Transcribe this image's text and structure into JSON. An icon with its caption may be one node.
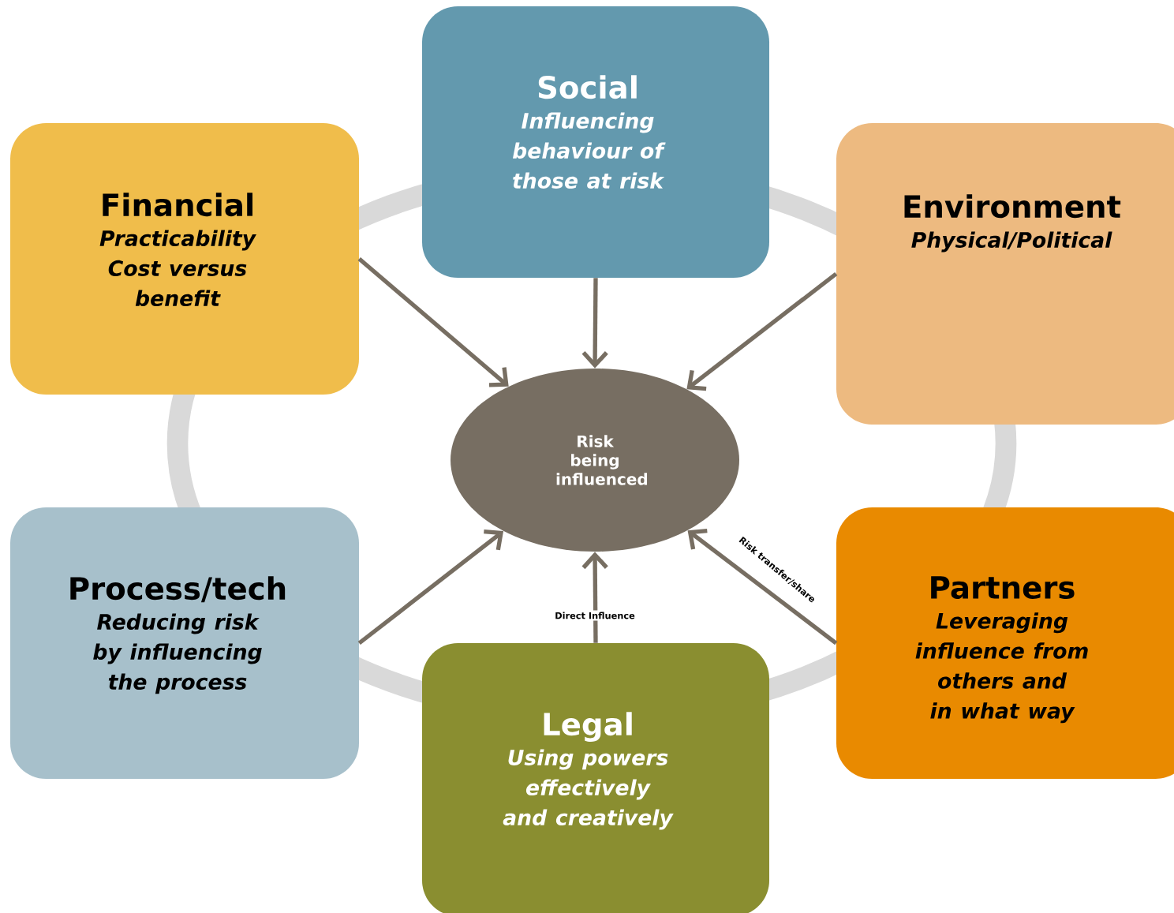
{
  "diagram": {
    "nodes": [
      {
        "text": [
          "Social",
          "Influencing behaviour of those at risk"
        ]
      },
      {
        "text": [
          "Financial",
          "Practicability Cost versus benefit"
        ]
      },
      {
        "text": [
          "Environment",
          "Physical/Political"
        ]
      },
      {
        "text": [
          "Risk being influenced"
        ]
      },
      {
        "text": [
          "Process/tech",
          "Reducing risk by influencing the process"
        ]
      },
      {
        "text": [
          "Partners",
          "Leveraging influence from others and in what way"
        ]
      },
      {
        "text": [
          "Legal",
          "Using powers effectively and creatively"
        ]
      }
    ],
    "edges": [
      {
        "from": 0,
        "to": 3,
        "arrow": "to"
      },
      {
        "from": 1,
        "to": 3,
        "arrow": "to"
      },
      {
        "from": 2,
        "to": 3,
        "arrow": "to"
      },
      {
        "from": 4,
        "to": 3,
        "arrow": "to"
      },
      {
        "from": 6,
        "to": 3,
        "arrow": "to",
        "label": "Direct Influence"
      },
      {
        "from": 5,
        "to": 3,
        "arrow": "to",
        "label": "Risk transfer/share"
      }
    ]
  }
}
